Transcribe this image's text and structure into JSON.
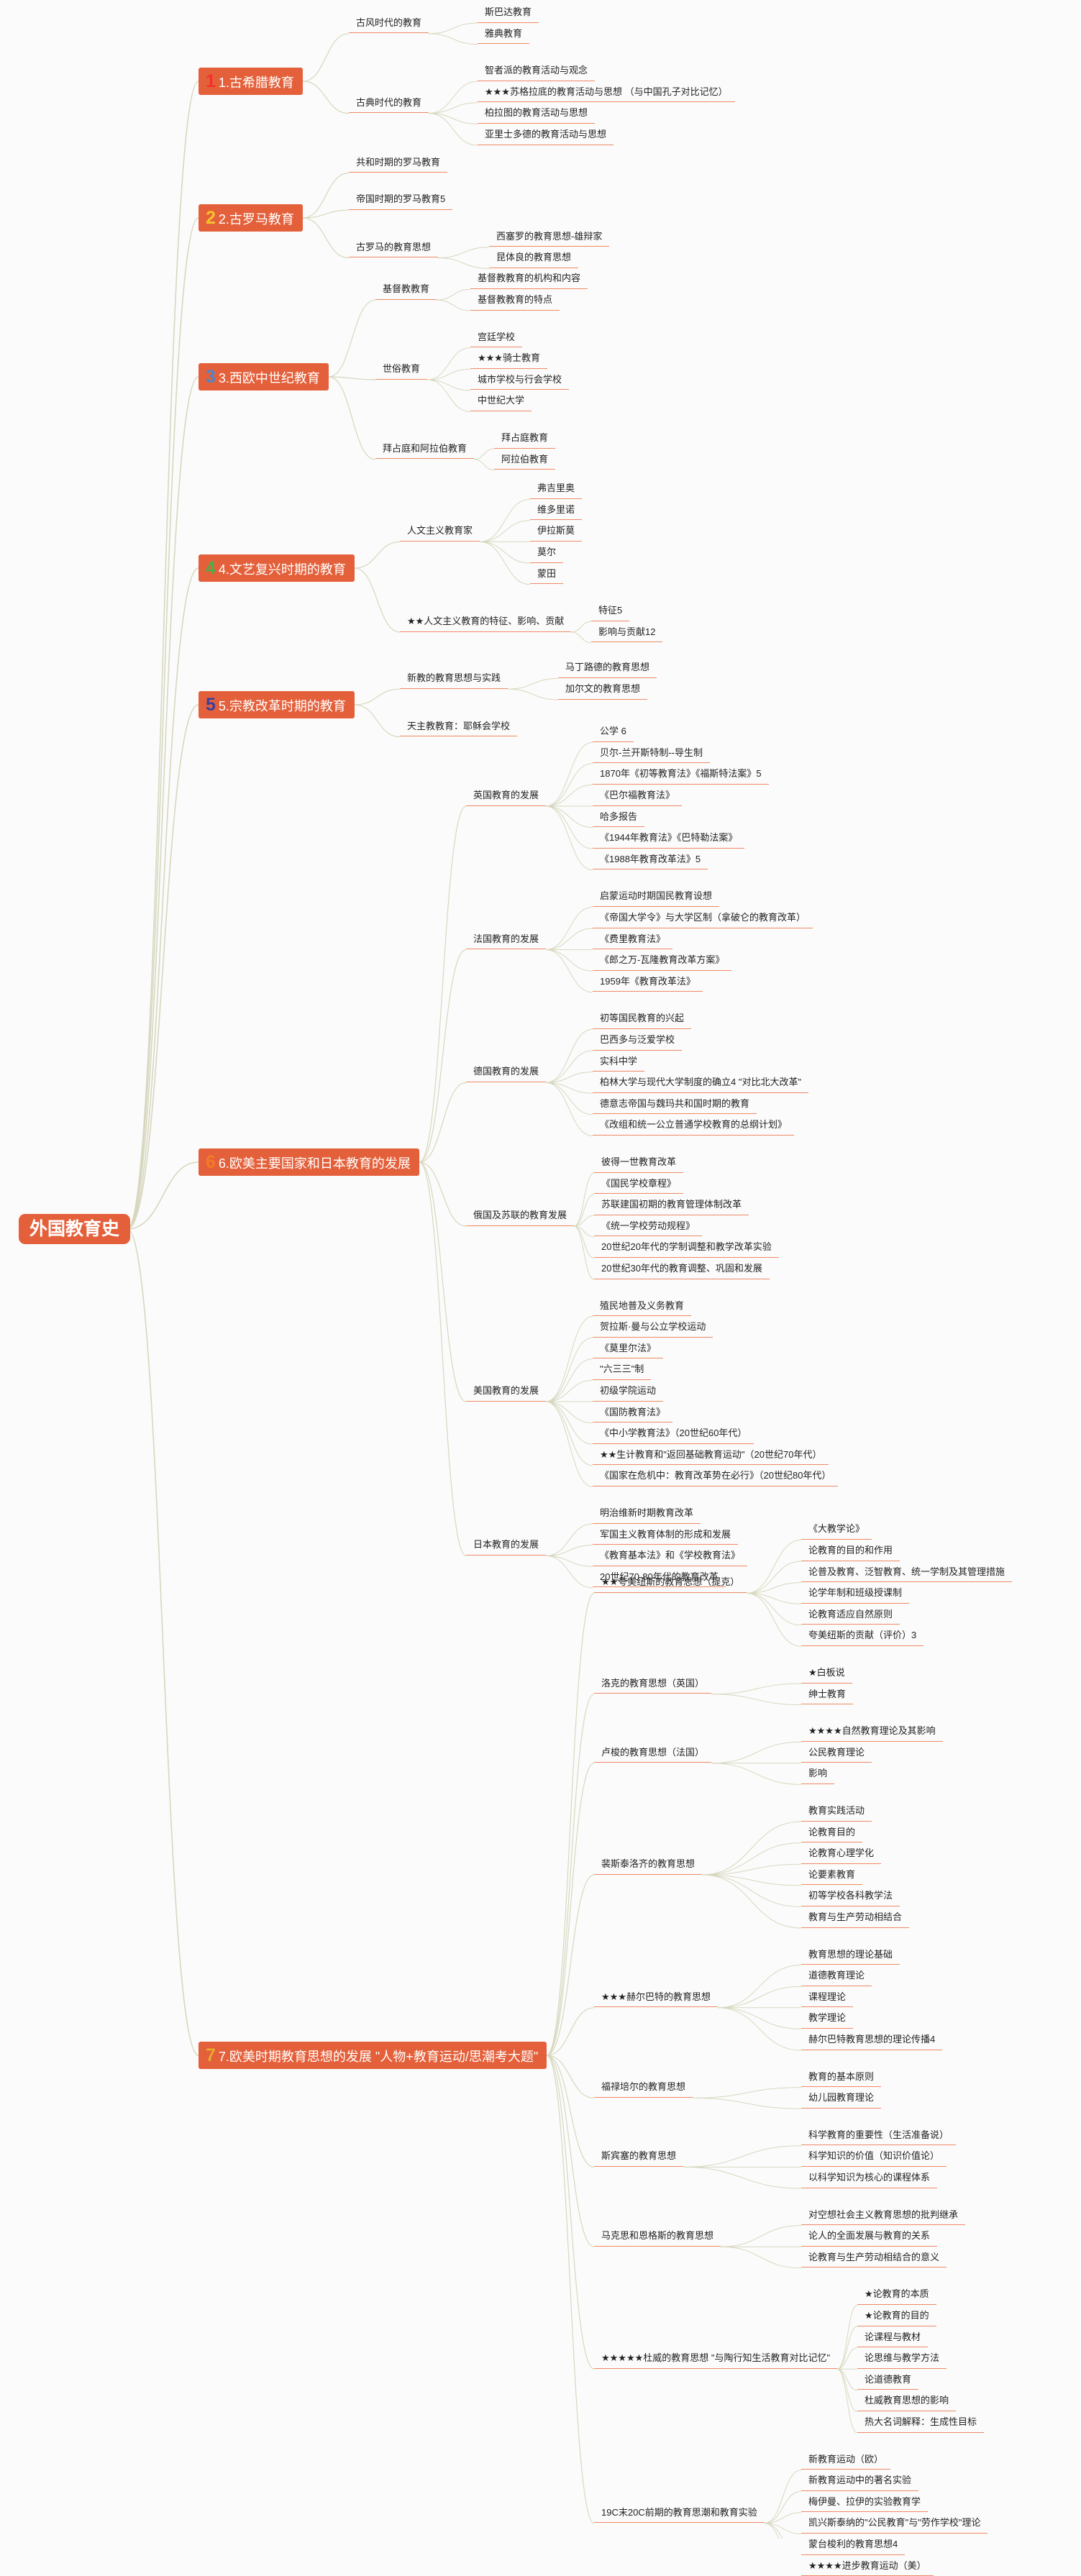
{
  "title": "外国教育史",
  "colors": {
    "accent": "#e4603a",
    "link": "#d7d7bf",
    "leaf_border": "#ef8a64",
    "background": "#fbfbfb"
  },
  "sections": [
    {
      "num": "1",
      "label": "1.古希腊教育",
      "num_color": "#f3312a",
      "children": [
        {
          "label": "古风时代的教育",
          "children": [
            {
              "label": "斯巴达教育"
            },
            {
              "label": "雅典教育"
            }
          ]
        },
        {
          "label": "古典时代的教育",
          "children": [
            {
              "label": "智者派的教育活动与观念"
            },
            {
              "label": "★★★苏格拉底的教育活动与思想 （与中国孔子对比记忆）"
            },
            {
              "label": "柏拉图的教育活动与思想"
            },
            {
              "label": "亚里士多德的教育活动与思想"
            }
          ]
        }
      ]
    },
    {
      "num": "2",
      "label": "2.古罗马教育",
      "num_color": "#f4c22c",
      "children": [
        {
          "label": "共和时期的罗马教育"
        },
        {
          "label": "帝国时期的罗马教育5"
        },
        {
          "label": "古罗马的教育思想",
          "children": [
            {
              "label": "西塞罗的教育思想-雄辩家"
            },
            {
              "label": "昆体良的教育思想"
            }
          ]
        }
      ]
    },
    {
      "num": "3",
      "label": "3.西欧中世纪教育",
      "num_color": "#4d86c9",
      "children": [
        {
          "label": "基督教教育",
          "children": [
            {
              "label": "基督教教育的机构和内容"
            },
            {
              "label": "基督教教育的特点"
            }
          ]
        },
        {
          "label": "世俗教育",
          "children": [
            {
              "label": "宫廷学校"
            },
            {
              "label": "★★★骑士教育"
            },
            {
              "label": "城市学校与行会学校"
            },
            {
              "label": "中世纪大学"
            }
          ]
        },
        {
          "label": "拜占庭和阿拉伯教育",
          "children": [
            {
              "label": "拜占庭教育"
            },
            {
              "label": "阿拉伯教育"
            }
          ]
        }
      ]
    },
    {
      "num": "4",
      "label": "4.文艺复兴时期的教育",
      "num_color": "#4cae48",
      "children": [
        {
          "label": "人文主义教育家",
          "children": [
            {
              "label": "弗吉里奥"
            },
            {
              "label": "维多里诺"
            },
            {
              "label": "伊拉斯莫"
            },
            {
              "label": "莫尔"
            },
            {
              "label": "蒙田"
            }
          ]
        },
        {
          "label": "★★人文主义教育的特征、影响、贡献",
          "children": [
            {
              "label": "特征5"
            },
            {
              "label": "影响与贡献12"
            }
          ]
        }
      ]
    },
    {
      "num": "5",
      "label": "5.宗教改革时期的教育",
      "num_color": "#3a3f9e",
      "children": [
        {
          "label": "新教的教育思想与实践",
          "children": [
            {
              "label": "马丁路德的教育思想"
            },
            {
              "label": "加尔文的教育思想"
            }
          ]
        },
        {
          "label": "天主教教育：耶稣会学校"
        }
      ]
    },
    {
      "num": "6",
      "label": "6.欧美主要国家和日本教育的发展",
      "num_color": "#f27b26",
      "children": [
        {
          "label": "英国教育的发展",
          "children": [
            {
              "label": "公学 6"
            },
            {
              "label": "贝尔-兰开斯特制--导生制"
            },
            {
              "label": "1870年《初等教育法》《福斯特法案》5"
            },
            {
              "label": "《巴尔福教育法》"
            },
            {
              "label": "哈多报告"
            },
            {
              "label": "《1944年教育法》《巴特勒法案》"
            },
            {
              "label": "《1988年教育改革法》5"
            }
          ]
        },
        {
          "label": "法国教育的发展",
          "children": [
            {
              "label": "启蒙运动时期国民教育设想"
            },
            {
              "label": "《帝国大学令》与大学区制（拿破仑的教育改革）"
            },
            {
              "label": "《费里教育法》"
            },
            {
              "label": "《郎之万-瓦隆教育改革方案》"
            },
            {
              "label": "1959年《教育改革法》"
            }
          ]
        },
        {
          "label": "德国教育的发展",
          "children": [
            {
              "label": "初等国民教育的兴起"
            },
            {
              "label": "巴西多与泛爱学校"
            },
            {
              "label": "实科中学"
            },
            {
              "label": "柏林大学与现代大学制度的确立4 \"对比北大改革\""
            },
            {
              "label": "德意志帝国与魏玛共和国时期的教育"
            },
            {
              "label": "《改组和统一公立普通学校教育的总纲计划》"
            }
          ]
        },
        {
          "label": "俄国及苏联的教育发展",
          "children": [
            {
              "label": "彼得一世教育改革"
            },
            {
              "label": "《国民学校章程》"
            },
            {
              "label": "苏联建国初期的教育管理体制改革"
            },
            {
              "label": "《统一学校劳动规程》"
            },
            {
              "label": "20世纪20年代的学制调整和教学改革实验"
            },
            {
              "label": "20世纪30年代的教育调整、巩固和发展"
            }
          ]
        },
        {
          "label": "美国教育的发展",
          "children": [
            {
              "label": "殖民地普及义务教育"
            },
            {
              "label": "贺拉斯·曼与公立学校运动"
            },
            {
              "label": "《莫里尔法》"
            },
            {
              "label": "\"六三三\"制"
            },
            {
              "label": "初级学院运动"
            },
            {
              "label": "《国防教育法》"
            },
            {
              "label": "《中小学教育法》（20世纪60年代）"
            },
            {
              "label": "★★生计教育和\"返回基础教育运动\"（20世纪70年代）"
            },
            {
              "label": "《国家在危机中：教育改革势在必行》（20世纪80年代）"
            }
          ]
        },
        {
          "label": "日本教育的发展",
          "children": [
            {
              "label": "明治维新时期教育改革"
            },
            {
              "label": "军国主义教育体制的形成和发展"
            },
            {
              "label": "《教育基本法》和《学校教育法》"
            },
            {
              "label": "20世纪70-80年代的教育改革"
            }
          ]
        }
      ]
    },
    {
      "num": "7",
      "label": "7.欧美时期教育思想的发展 \"人物+教育运动/思潮考大题\"",
      "num_color": "#e9a92c",
      "children": [
        {
          "label": "★★夸美纽斯的教育思想（提克）",
          "children": [
            {
              "label": "《大教学论》"
            },
            {
              "label": "论教育的目的和作用"
            },
            {
              "label": "论普及教育、泛智教育、统一学制及其管理措施"
            },
            {
              "label": "论学年制和班级授课制"
            },
            {
              "label": "论教育适应自然原则"
            },
            {
              "label": "夸美纽斯的贡献（评价）3"
            }
          ]
        },
        {
          "label": "洛克的教育思想（英国）",
          "children": [
            {
              "label": "★白板说"
            },
            {
              "label": "绅士教育"
            }
          ]
        },
        {
          "label": "卢梭的教育思想（法国）",
          "children": [
            {
              "label": "★★★★自然教育理论及其影响"
            },
            {
              "label": "公民教育理论"
            },
            {
              "label": "影响"
            }
          ]
        },
        {
          "label": "裴斯泰洛齐的教育思想",
          "children": [
            {
              "label": "教育实践活动"
            },
            {
              "label": "论教育目的"
            },
            {
              "label": "论教育心理学化"
            },
            {
              "label": "论要素教育"
            },
            {
              "label": "初等学校各科教学法"
            },
            {
              "label": "教育与生产劳动相结合"
            }
          ]
        },
        {
          "label": "★★★赫尔巴特的教育思想",
          "children": [
            {
              "label": "教育思想的理论基础"
            },
            {
              "label": "道德教育理论"
            },
            {
              "label": "课程理论"
            },
            {
              "label": "教学理论"
            },
            {
              "label": "赫尔巴特教育思想的理论传播4"
            }
          ]
        },
        {
          "label": "福禄培尔的教育思想",
          "children": [
            {
              "label": "教育的基本原则"
            },
            {
              "label": "幼儿园教育理论"
            }
          ]
        },
        {
          "label": "斯宾塞的教育思想",
          "children": [
            {
              "label": "科学教育的重要性（生活准备说）"
            },
            {
              "label": "科学知识的价值（知识价值论）"
            },
            {
              "label": "以科学知识为核心的课程体系"
            }
          ]
        },
        {
          "label": "马克思和恩格斯的教育思想",
          "children": [
            {
              "label": "对空想社会主义教育思想的批判继承"
            },
            {
              "label": "论人的全面发展与教育的关系"
            },
            {
              "label": "论教育与生产劳动相结合的意义"
            }
          ]
        },
        {
          "label": "★★★★★杜威的教育思想 \"与陶行知生活教育对比记忆\"",
          "children": [
            {
              "label": "★论教育的本质"
            },
            {
              "label": "★论教育的目的"
            },
            {
              "label": "论课程与教材"
            },
            {
              "label": "论思维与教学方法"
            },
            {
              "label": "论道德教育"
            },
            {
              "label": "杜威教育思想的影响"
            },
            {
              "label": "热大名词解释：生成性目标"
            }
          ]
        },
        {
          "label": "19C末20C前期的教育思潮和教育实验",
          "children": [
            {
              "label": "新教育运动（欧）"
            },
            {
              "label": "新教育运动中的著名实验"
            },
            {
              "label": "梅伊曼、拉伊的实验教育学"
            },
            {
              "label": "凯兴斯泰纳的\"公民教育\"与\"劳作学校\"理论"
            },
            {
              "label": "蒙台梭利的教育思想4"
            },
            {
              "label": "★★★★进步教育运动（美）"
            }
          ]
        }
      ]
    }
  ]
}
